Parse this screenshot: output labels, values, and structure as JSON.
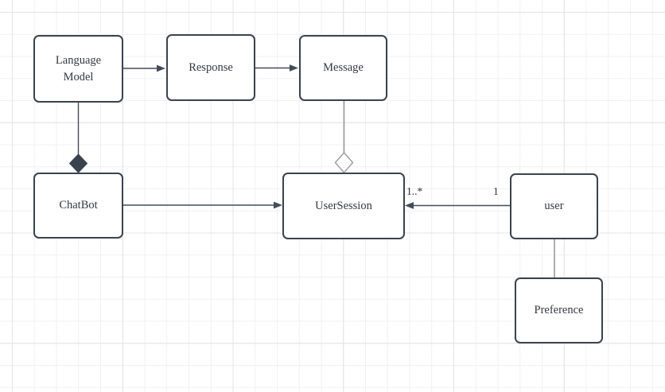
{
  "diagram": {
    "type": "uml-class-diagram",
    "nodes": [
      {
        "id": "language-model",
        "label": "Language Model"
      },
      {
        "id": "response",
        "label": "Response"
      },
      {
        "id": "message",
        "label": "Message"
      },
      {
        "id": "chatbot",
        "label": "ChatBot"
      },
      {
        "id": "user-session",
        "label": "UserSession"
      },
      {
        "id": "user",
        "label": "user"
      },
      {
        "id": "preference",
        "label": "Preference"
      }
    ],
    "edges": [
      {
        "from": "Language Model",
        "to": "Response",
        "type": "directed-arrow"
      },
      {
        "from": "Response",
        "to": "Message",
        "type": "directed-arrow"
      },
      {
        "from": "Language Model",
        "to": "ChatBot",
        "type": "composition-filled-diamond"
      },
      {
        "from": "Message",
        "to": "UserSession",
        "type": "aggregation-hollow-diamond"
      },
      {
        "from": "ChatBot",
        "to": "UserSession",
        "type": "directed-arrow"
      },
      {
        "from": "user",
        "to": "UserSession",
        "type": "directed-arrow",
        "source_multiplicity": "1",
        "target_multiplicity": "1..*"
      },
      {
        "from": "user",
        "to": "Preference",
        "type": "plain-line"
      }
    ],
    "colors": {
      "node_border": "#39434e",
      "node_fill": "#ffffff",
      "text": "#33383f",
      "edge_dark": "#424d59",
      "edge_gray": "#9b9b9d",
      "grid_minor": "#f1f1f3",
      "grid_major": "#e4e4e7",
      "background": "#ffffff"
    }
  }
}
